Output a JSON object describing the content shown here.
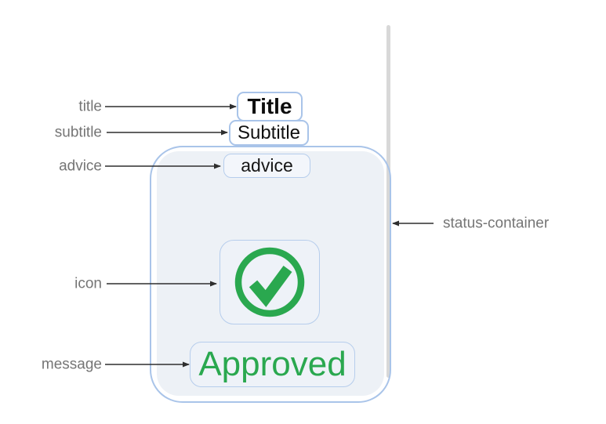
{
  "figure": {
    "type": "annotated-ui-diagram",
    "background": "#ffffff"
  },
  "annotations": {
    "title": "title",
    "subtitle": "subtitle",
    "advice": "advice",
    "status_container": "status-container",
    "icon": "icon",
    "message": "message"
  },
  "component": {
    "title": "Title",
    "subtitle": "Subtitle",
    "advice": "advice",
    "message": "Approved",
    "icon": "check-circle-icon",
    "status": "success"
  },
  "colors": {
    "border_blue": "#a9c4e9",
    "box_border_blue": "#b6cdec",
    "panel_fill": "#edf1f6",
    "box_fill": "#eef2f8",
    "advice_fill": "#f3f6fb",
    "success_green": "#2aa84f",
    "label_gray": "#757575",
    "arrow": "#2e2e2e",
    "vertical_line_gray": "#d8d8d8"
  }
}
